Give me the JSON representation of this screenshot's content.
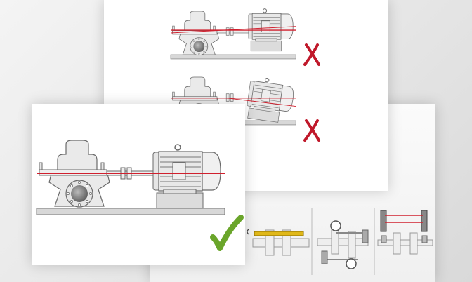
{
  "figures": [
    {
      "id": "misaligned-parallel",
      "status_icon": "cross-icon"
    },
    {
      "id": "misaligned-angular",
      "status_icon": "cross-icon"
    },
    {
      "id": "aligned",
      "status_icon": "check-icon"
    }
  ],
  "methods": [
    "straightedge-ruler",
    "dial-indicator",
    "laser-alignment"
  ],
  "colors": {
    "alignment_line": "#d0202e",
    "cross": "#c0182a",
    "check": "#6aa52a",
    "ruler": "#e0b81a",
    "machine": "#e4e4e4",
    "outline": "#6a6a6a"
  }
}
